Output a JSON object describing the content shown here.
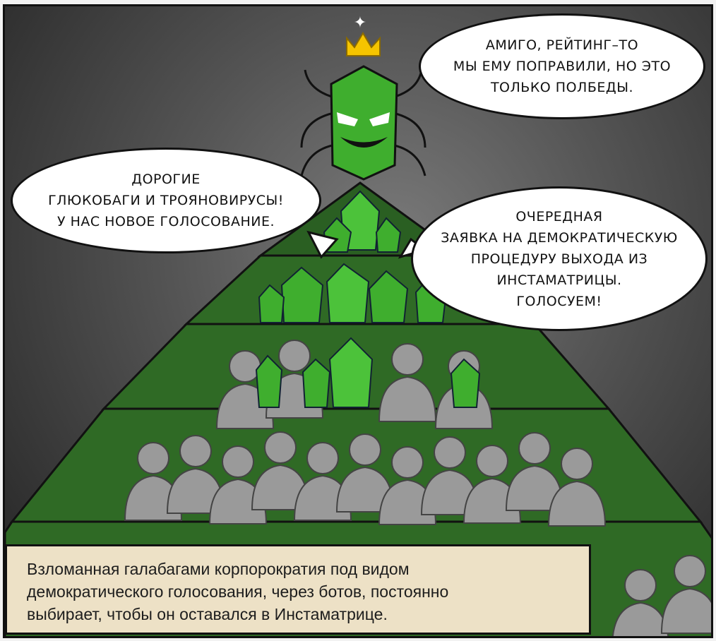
{
  "bubbles": {
    "amigo": "АМИГО, РЕЙТИНГ–ТО\nМЫ ЕМУ ПОПРАВИЛИ, НО ЭТО\nТОЛЬКО ПОЛБЕДЫ.",
    "dear": "ДОРОГИЕ\nГЛЮКОБАГИ И ТРОЯНОВИРУСЫ!\nУ НАС НОВОЕ ГОЛОСОВАНИЕ.",
    "next": "ОЧЕРЕДНАЯ\nЗАЯВКА НА ДЕМОКРАТИЧЕСКУЮ\nПРОЦЕДУРУ ВЫХОДА ИЗ\nИНСТАМАТРИЦЫ.\nГОЛОСУЕМ!"
  },
  "caption": "Взломанная галабагами корпорократия под видом\nдемократического голосования, через ботов, постоянно\nвыбирает, чтобы он оставался в Инстаматрице.",
  "colors": {
    "bug_green": "#3fae2e",
    "bug_light": "#7ee05a",
    "tier_green": "#2f6a25",
    "crown": "#f5c400",
    "caption_bg": "#ede1c6"
  },
  "icons": [
    "crown-icon",
    "bug-king",
    "bug-crowd",
    "human-crowd"
  ]
}
